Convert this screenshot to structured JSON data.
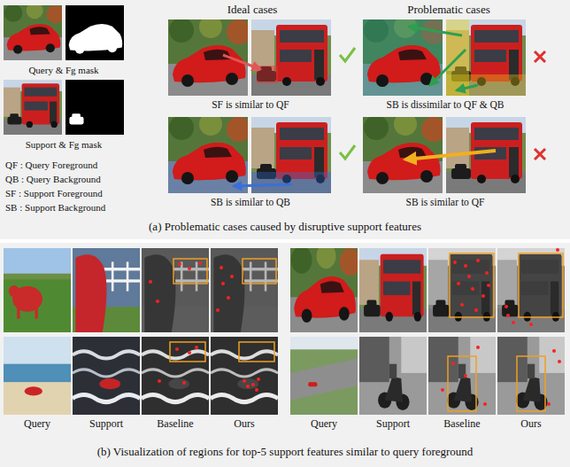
{
  "diagram": {
    "nodes": [
      {
        "text": [
          "(a) Problematic cases caused by disruptive support features"
        ]
      },
      {
        "text": [
          "Query & Fg mask"
        ],
        "in": 0
      },
      {
        "text": [
          "Support & Fg mask"
        ],
        "in": 0
      },
      {
        "text": [
          "SF is similar to QF"
        ],
        "in": 0
      },
      {
        "text": [
          "SB is dissimilar to QF & QB"
        ],
        "in": 0
      },
      {
        "text": [
          "SB is similar to QB"
        ],
        "in": 0
      },
      {
        "text": [
          "SB is similar to QF"
        ],
        "in": 0
      },
      {
        "text": [
          "(b) Visualization of regions for top-5 support features similar to query foreground"
        ]
      }
    ],
    "labels": [
      "Ideal cases",
      "Problematic cases",
      "QF : Query Foreground",
      "QB : Query Background",
      "SF : Support Foreground",
      "SB : Support Background",
      "Query",
      "Support",
      "Baseline",
      "Ours",
      "Query",
      "Support",
      "Baseline",
      "Ours"
    ]
  }
}
